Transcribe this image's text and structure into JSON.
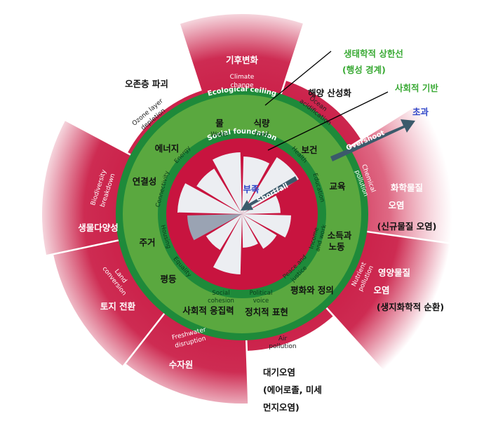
{
  "diagram": {
    "colors": {
      "crimson": "#c8143f",
      "ring_dark": "#1e8a3a",
      "ring_mid": "#5aa83f",
      "wedge_light": "#eceef2",
      "arrow": "#3b5a6b",
      "annotation_green": "#3aaa35",
      "annotation_blue": "#2f45c8"
    },
    "ceiling_label": "Ecological ceiling",
    "foundation_label": "Social foundation",
    "overshoot_label": "Overshoot",
    "shortfall_label": "Shortfall",
    "annotations": {
      "ceiling_ko_1": "생태학적 상한선",
      "ceiling_ko_2": "(행성 경계)",
      "foundation_ko": "사회적 기반",
      "overshoot_ko": "초과",
      "shortfall_ko": "부족"
    },
    "planetary": [
      {
        "en_1": "Climate",
        "en_2": "change",
        "ko": "기후변화"
      },
      {
        "en_1": "Ocean",
        "en_2": "acidification",
        "ko": "해양 산성화"
      },
      {
        "en_1": "Chemical",
        "en_2": "pollution",
        "ko_1": "화학물질",
        "ko_2": "오염",
        "ko_3": "(신규물질 오염)"
      },
      {
        "en_1": "Nutrient",
        "en_2": "pollution",
        "ko_1": "영양물질",
        "ko_2": "오염",
        "ko_3": "(생지화학적 순환)"
      },
      {
        "en_1": "Air",
        "en_2": "pollution",
        "ko_1": "대기오염",
        "ko_2": "(에어로졸, 미세",
        "ko_3": "먼지오염)"
      },
      {
        "en_1": "Freshwater",
        "en_2": "disruption",
        "ko": "수자원"
      },
      {
        "en_1": "Land",
        "en_2": "conversion",
        "ko": "토지 전환"
      },
      {
        "en_1": "Biodiversity",
        "en_2": "breakdown",
        "ko": "생물다양성"
      },
      {
        "en_1": "Ozone layer",
        "en_2": "depletion",
        "ko": "오존층 파괴"
      }
    ],
    "social": [
      {
        "en": "Water",
        "ko": "물"
      },
      {
        "en": "Food",
        "ko": "식량"
      },
      {
        "en": "Health",
        "ko": "보건"
      },
      {
        "en": "Education",
        "ko": "교육"
      },
      {
        "en_1": "Income",
        "en_2": "and work",
        "ko_1": "소득과",
        "ko_2": "노동"
      },
      {
        "en_1": "Peace and",
        "en_2": "justice",
        "ko": "평화와 정의"
      },
      {
        "en_1": "Political",
        "en_2": "voice",
        "ko": "정치적 표현"
      },
      {
        "en_1": "Social",
        "en_2": "cohesion",
        "ko": "사회적 응집력"
      },
      {
        "en": "Equality",
        "ko": "평등"
      },
      {
        "en": "Housing",
        "ko": "주거"
      },
      {
        "en": "Connectivity",
        "ko": "연결성"
      },
      {
        "en": "Energy",
        "ko": "에너지"
      }
    ]
  }
}
